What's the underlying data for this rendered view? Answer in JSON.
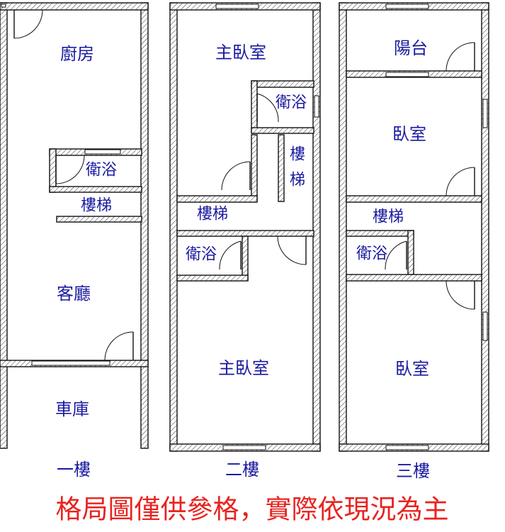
{
  "floors": [
    {
      "label": "一樓",
      "rooms": [
        "廚房",
        "衛浴",
        "樓梯",
        "客廳",
        "車庫"
      ]
    },
    {
      "label": "二樓",
      "rooms": [
        "主臥室",
        "衛浴",
        "樓",
        "梯",
        "樓梯",
        "衛浴",
        "主臥室"
      ]
    },
    {
      "label": "三樓",
      "rooms": [
        "陽台",
        "臥室",
        "樓梯",
        "衛浴",
        "臥室"
      ]
    }
  ],
  "disclaimer": "格局圖僅供參格，實際依現況為主",
  "colors": {
    "label": "#1a1aa0",
    "disclaimer": "#e8231f",
    "wall_line": "#111111"
  }
}
